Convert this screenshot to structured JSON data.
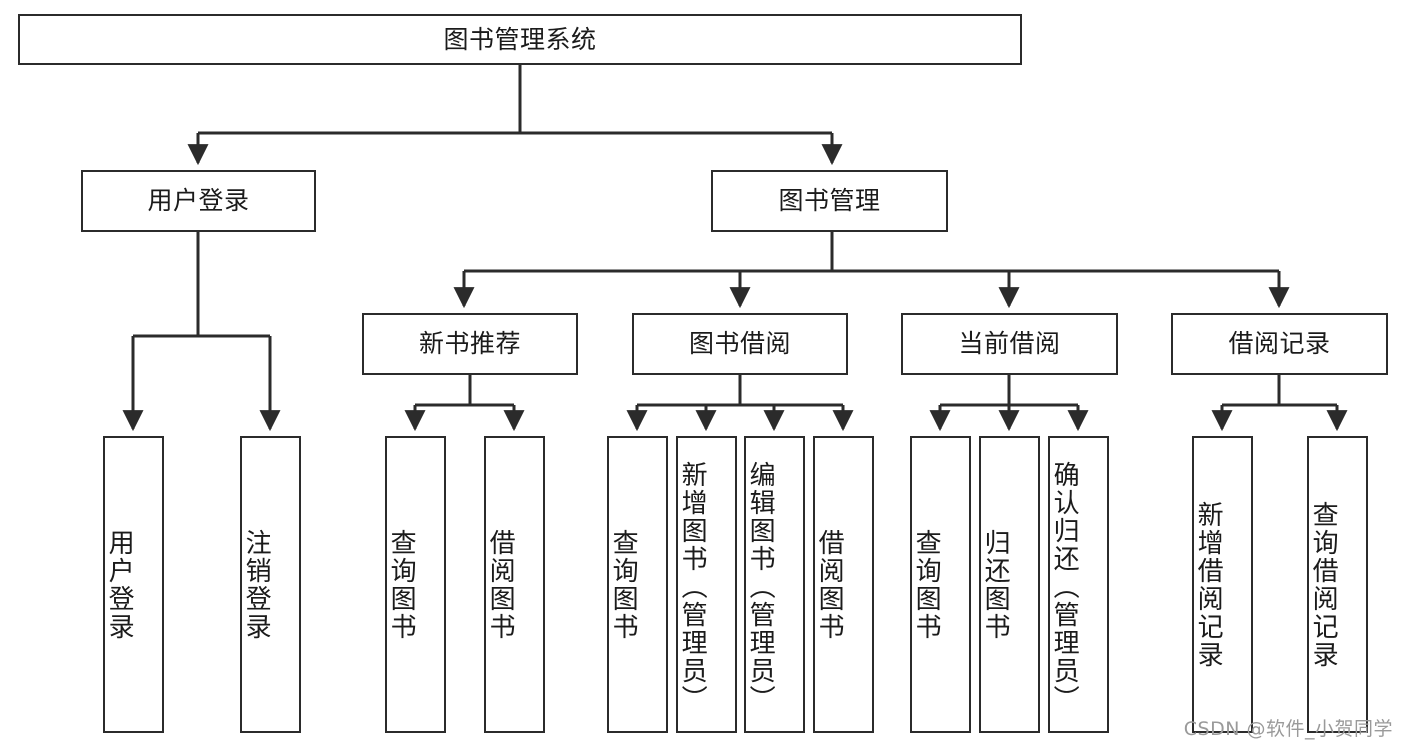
{
  "diagram": {
    "title": "图书管理系统",
    "type": "tree-structure-chart",
    "style": {
      "background": "#ffffff",
      "box_border": "#2b2b2b",
      "box_fill": "#ffffff",
      "line_color": "#2b2b2b",
      "text_color": "#1b1b1b",
      "watermark_color": "#9a9a9a"
    }
  },
  "nodes": {
    "root": {
      "label": "图书管理系统"
    },
    "level1": [
      {
        "id": "user-login",
        "label": "用户登录"
      },
      {
        "id": "book-manage",
        "label": "图书管理"
      }
    ],
    "level2": [
      {
        "id": "new-book-recommend",
        "label": "新书推荐"
      },
      {
        "id": "book-borrow",
        "label": "图书借阅"
      },
      {
        "id": "current-borrow",
        "label": "当前借阅"
      },
      {
        "id": "borrow-record",
        "label": "借阅记录"
      }
    ],
    "leaves": {
      "user-login": [
        {
          "id": "leaf-user-login",
          "label": "用户登录"
        },
        {
          "id": "leaf-logout",
          "label": "注销登录"
        }
      ],
      "new-book-recommend": [
        {
          "id": "leaf-query-book-1",
          "label": "查询图书"
        },
        {
          "id": "leaf-borrow-book-1",
          "label": "借阅图书"
        }
      ],
      "book-borrow": [
        {
          "id": "leaf-query-book-2",
          "label": "查询图书"
        },
        {
          "id": "leaf-add-book",
          "label": "新增图书（管理员）"
        },
        {
          "id": "leaf-edit-book",
          "label": "编辑图书（管理员）"
        },
        {
          "id": "leaf-borrow-book-2",
          "label": "借阅图书"
        }
      ],
      "current-borrow": [
        {
          "id": "leaf-query-book-3",
          "label": "查询图书"
        },
        {
          "id": "leaf-return-book",
          "label": "归还图书"
        },
        {
          "id": "leaf-confirm-return",
          "label": "确认归还（管理员）"
        }
      ],
      "borrow-record": [
        {
          "id": "leaf-add-record",
          "label": "新增借阅记录"
        },
        {
          "id": "leaf-query-record",
          "label": "查询借阅记录"
        }
      ]
    }
  },
  "watermark": {
    "text": "CSDN @软件_小贺同学"
  }
}
